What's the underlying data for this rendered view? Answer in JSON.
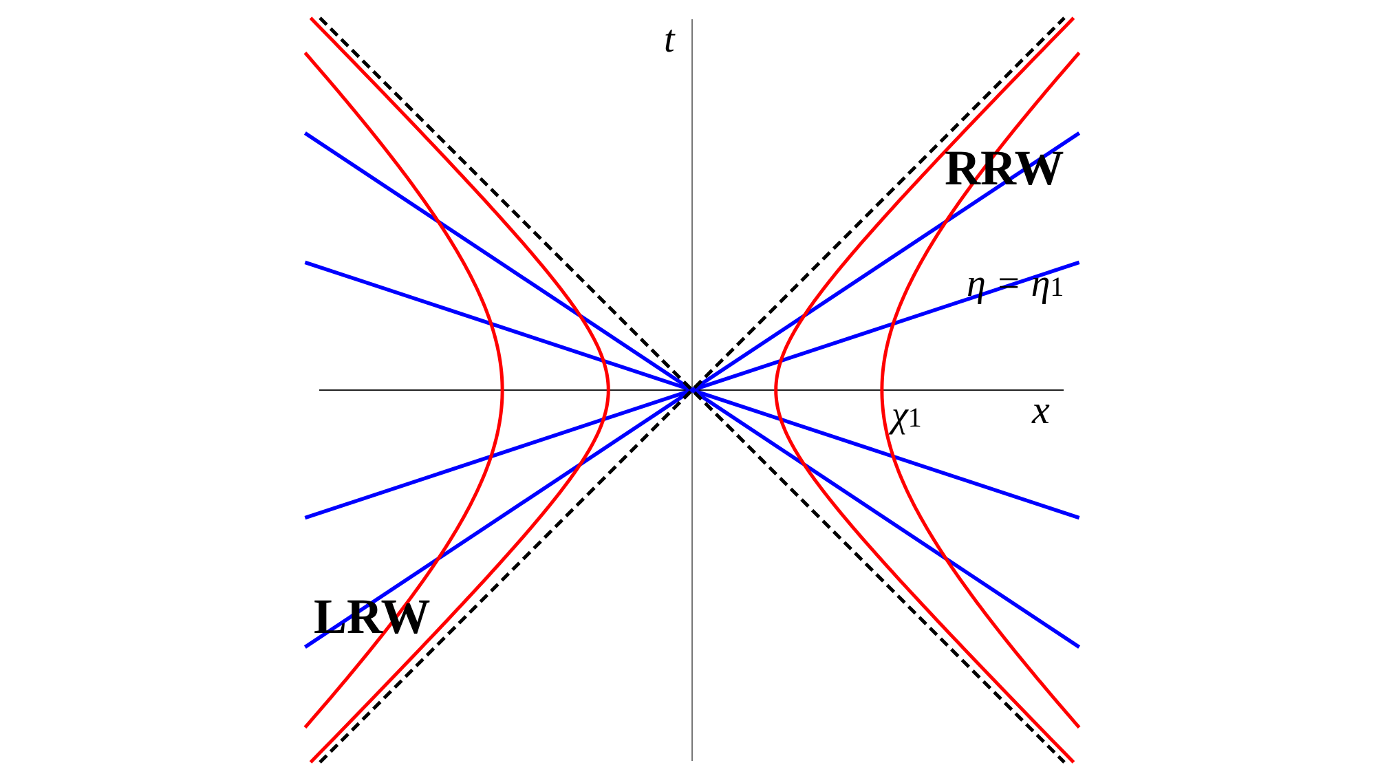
{
  "chart_data": {
    "type": "line",
    "title": "",
    "xlabel": "x",
    "ylabel": "t",
    "xlim": [
      -1.04,
      1.04
    ],
    "ylim": [
      -1.0,
      1.0
    ],
    "grid": false,
    "light_cone": {
      "slopes": [
        1,
        -1
      ],
      "style": "dashed",
      "color": "#000000"
    },
    "constant_eta_lines": {
      "color": "#0000ff",
      "slopes": [
        0.33,
        0.664,
        -0.33,
        -0.664
      ]
    },
    "constant_chi_hyperbolas": {
      "color": "#ff0000",
      "chi_values": [
        0.225,
        0.51
      ]
    },
    "annotations": {
      "t_axis": "t",
      "x_axis": "x",
      "chi1": "χ",
      "chi1_sub": "1",
      "eta_eq": "η = η",
      "eta_sub": "1",
      "rrw": "RRW",
      "lrw": "LRW"
    }
  }
}
